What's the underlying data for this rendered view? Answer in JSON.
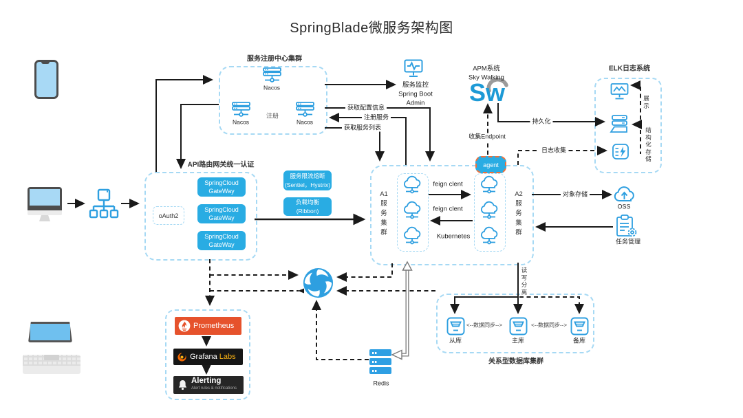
{
  "title": "SpringBlade微服务架构图",
  "colors": {
    "accent": "#29ace3",
    "dashed_border": "#a6d9f4",
    "line": "#1a1a1a",
    "prometheus_bg": "#e6522c",
    "grafana_labs": "#f9b213",
    "agent_border": "#f0703a",
    "icon_blue": "#2e9fe0"
  },
  "registry": {
    "title": "服务注册中心集群",
    "register_label": "注册",
    "nodes": [
      "Nacos",
      "Nacos",
      "Nacos"
    ]
  },
  "monitor": {
    "label": "服务监控",
    "product_line1": "Spring Boot",
    "product_line2": "Admin"
  },
  "apm": {
    "system_label": "APM系统",
    "product": "Sky Walking",
    "logo_text": "Sw"
  },
  "elk": {
    "title": "ELK日志系统",
    "display_label": "展示",
    "storage_label": "结构化存储"
  },
  "gateway": {
    "title": "API路由网关统一认证",
    "oauth_label": "oAuth2",
    "nodes": [
      {
        "line1": "SpringCloud",
        "line2": "GateWay"
      },
      {
        "line1": "SpringCloud",
        "line2": "GateWay"
      },
      {
        "line1": "SpringCloud",
        "line2": "GateWay"
      }
    ]
  },
  "middleware": {
    "rate_limit": {
      "line1": "服务限流熔断",
      "line2": "(Sentiel，Hystrix)"
    },
    "load_balance": {
      "line1": "负载均衡",
      "line2": "(Ribbon)"
    }
  },
  "cluster": {
    "a1_label": "A1",
    "a1_sub": "服务集群",
    "a2_label": "A2",
    "a2_sub": "服务集群",
    "feign_label1": "feign clent",
    "feign_label2": "feign clent",
    "kubernetes_label": "Kubernetes",
    "agent_label": "agent"
  },
  "edges": {
    "get_config": "获取配置信息",
    "register_service": "注册服务",
    "get_service_list": "获取服务列表",
    "collect_endpoint": "收集Endpoint",
    "persistence": "持久化",
    "log_collect": "日志收集",
    "object_storage": "对象存储",
    "read_write_split": "读写分离",
    "data_sync_left": "<--数据同步-->",
    "data_sync_right": "<--数据同步-->"
  },
  "storage": {
    "oss_label": "OSS",
    "task_label": "任务管理",
    "redis_label": "Redis"
  },
  "database": {
    "title": "关系型数据库集群",
    "slave": "从库",
    "master": "主库",
    "backup": "备库"
  },
  "monitoring": {
    "prometheus": "Prometheus",
    "grafana": "Grafana",
    "grafana_suffix": "Labs",
    "alerting": "Alerting",
    "alerting_sub": "Alert rules & notifications"
  }
}
